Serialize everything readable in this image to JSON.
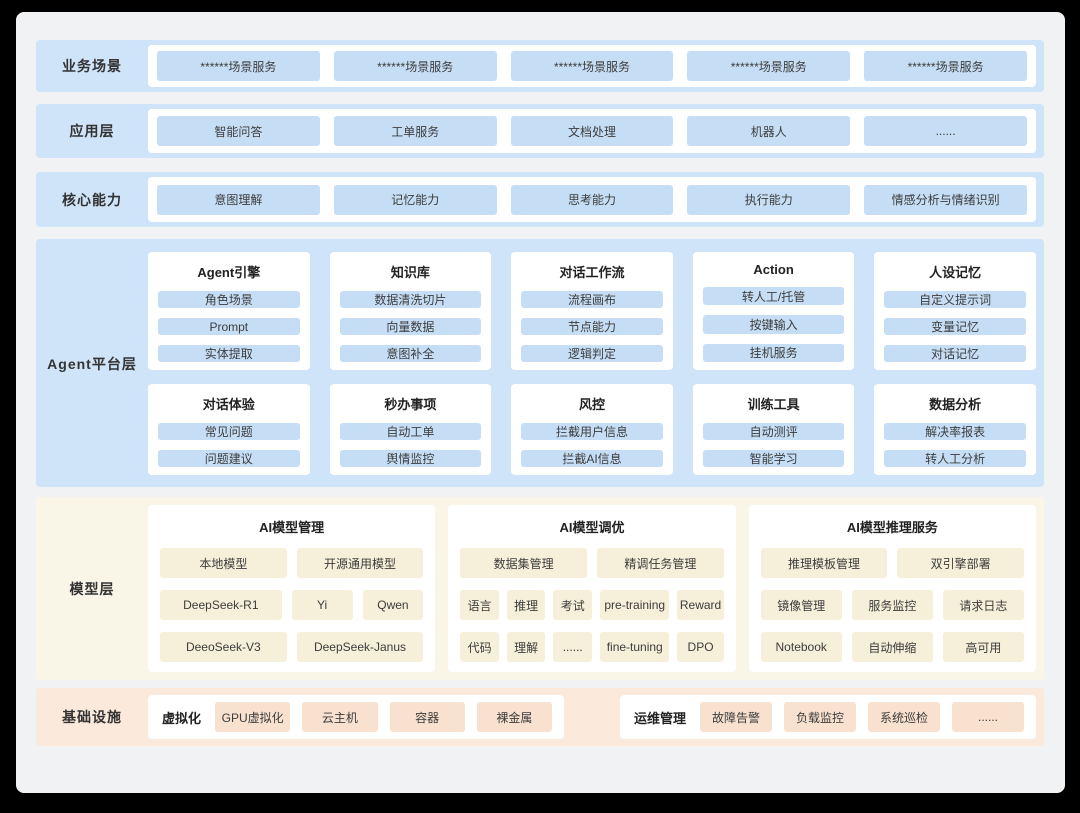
{
  "diagram": {
    "colors": {
      "blue_band": "#cfe4f8",
      "blue_chip": "#c6def5",
      "cream_band": "#faf6e7",
      "cream_chip": "#f6efd9",
      "peach_band": "#fbe9db",
      "peach_chip": "#f8e1cf"
    },
    "layers": {
      "business": {
        "label": "业务场景",
        "items": [
          "******场景服务",
          "******场景服务",
          "******场景服务",
          "******场景服务",
          "******场景服务"
        ]
      },
      "application": {
        "label": "应用层",
        "items": [
          "智能问答",
          "工单服务",
          "文档处理",
          "机器人",
          "......"
        ]
      },
      "core": {
        "label": "核心能力",
        "items": [
          "意图理解",
          "记忆能力",
          "思考能力",
          "执行能力",
          "情感分析与情绪识别"
        ]
      },
      "agent": {
        "label": "Agent平台层",
        "row1": [
          {
            "title": "Agent引擎",
            "items": [
              "角色场景",
              "Prompt",
              "实体提取"
            ]
          },
          {
            "title": "知识库",
            "items": [
              "数据清洗切片",
              "向量数据",
              "意图补全"
            ]
          },
          {
            "title": "对话工作流",
            "items": [
              "流程画布",
              "节点能力",
              "逻辑判定"
            ]
          },
          {
            "title": "Action",
            "items": [
              "转人工/托管",
              "按键输入",
              "挂机服务"
            ]
          },
          {
            "title": "人设记忆",
            "items": [
              "自定义提示词",
              "变量记忆",
              "对话记忆"
            ]
          }
        ],
        "row2": [
          {
            "title": "对话体验",
            "items": [
              "常见问题",
              "问题建议"
            ]
          },
          {
            "title": "秒办事项",
            "items": [
              "自动工单",
              "舆情监控"
            ]
          },
          {
            "title": "风控",
            "items": [
              "拦截用户信息",
              "拦截AI信息"
            ]
          },
          {
            "title": "训练工具",
            "items": [
              "自动测评",
              "智能学习"
            ]
          },
          {
            "title": "数据分析",
            "items": [
              "解决率报表",
              "转人工分析"
            ]
          }
        ]
      },
      "model": {
        "label": "模型层",
        "cards": [
          {
            "title": "AI模型管理",
            "rows": [
              [
                "本地模型",
                "开源通用模型"
              ],
              [
                "DeepSeek-R1",
                "Yi",
                "Qwen"
              ],
              [
                "DeeoSeek-V3",
                "DeepSeek-Janus"
              ]
            ]
          },
          {
            "title": "AI模型调优",
            "rows": [
              [
                "数据集管理",
                "精调任务管理"
              ],
              [
                "语言",
                "推理",
                "考试",
                "pre-training",
                "Reward"
              ],
              [
                "代码",
                "理解",
                "......",
                "fine-tuning",
                "DPO"
              ]
            ]
          },
          {
            "title": "AI模型推理服务",
            "rows": [
              [
                "推理模板管理",
                "双引擎部署"
              ],
              [
                "镜像管理",
                "服务监控",
                "请求日志"
              ],
              [
                "Notebook",
                "自动伸缩",
                "高可用"
              ]
            ]
          }
        ]
      },
      "infra": {
        "label": "基础设施",
        "groups": [
          {
            "title": "虚拟化",
            "items": [
              "GPU虚拟化",
              "云主机",
              "容器",
              "裸金属"
            ]
          },
          {
            "title": "运维管理",
            "items": [
              "故障告警",
              "负载监控",
              "系统巡检",
              "......"
            ]
          }
        ]
      }
    }
  }
}
